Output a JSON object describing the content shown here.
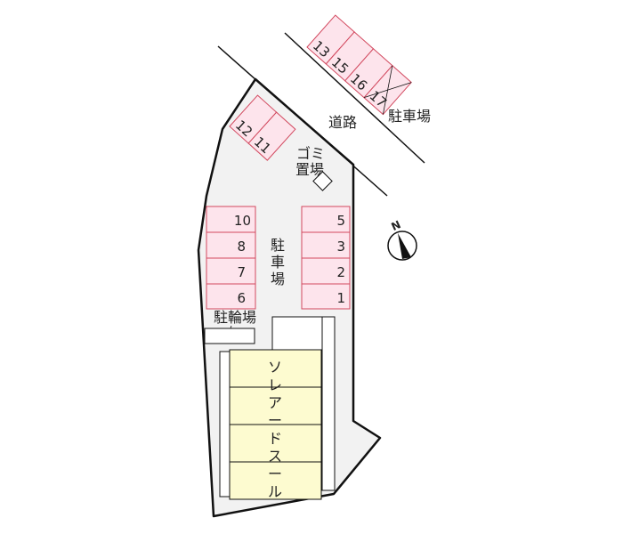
{
  "labels": {
    "road": "道路",
    "parking_main": "駐車場",
    "parking_offsite": "駐車場",
    "garbage_line1": "ゴミ",
    "garbage_line2": "置場",
    "bicycle_parking": "駐輪場",
    "building_name": "ソレアードスール",
    "north": "N"
  },
  "parking_spaces": {
    "left_column": [
      "10",
      "8",
      "7",
      "6"
    ],
    "right_column": [
      "5",
      "3",
      "2",
      "1"
    ],
    "top_pair": [
      "12",
      "11"
    ],
    "offsite_row": [
      "13",
      "15",
      "16",
      "17"
    ],
    "crossed_out": [
      "17"
    ]
  },
  "colors": {
    "parking_fill": "#fde4ec",
    "parking_stroke": "#d2485e",
    "lot_fill": "#f2f2f2",
    "building_fill": "#fdfbd0"
  }
}
